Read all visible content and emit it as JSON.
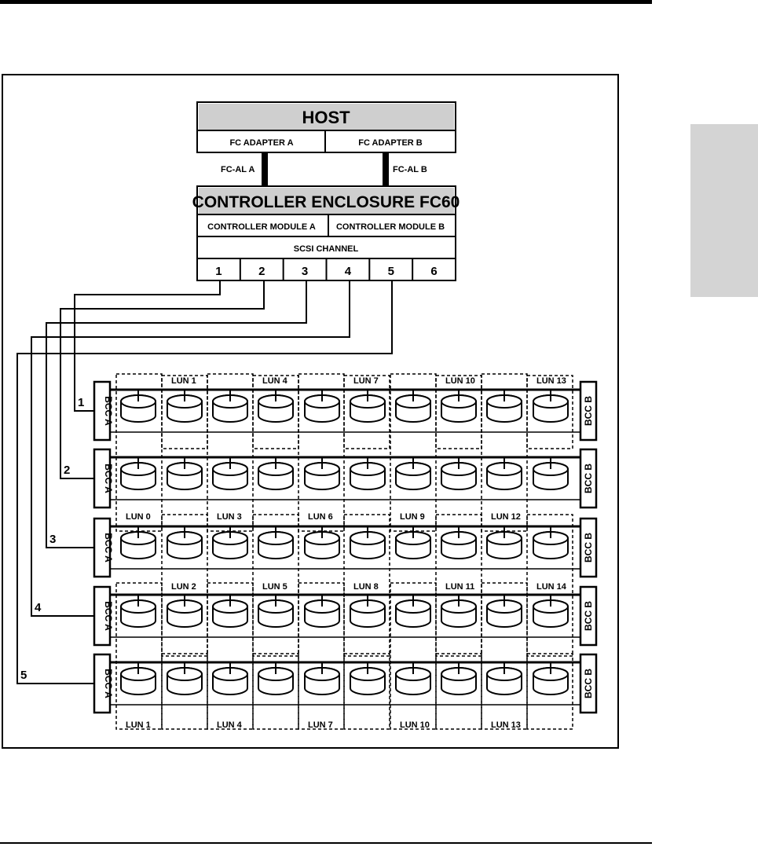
{
  "diagram": {
    "host": {
      "title": "HOST",
      "adapter_a": "FC ADAPTER A",
      "adapter_b": "FC ADAPTER B"
    },
    "loops": {
      "a": "FC-AL A",
      "b": "FC-AL B"
    },
    "controller": {
      "title": "CONTROLLER ENCLOSURE FC60",
      "module_a": "CONTROLLER MODULE A",
      "module_b": "CONTROLLER MODULE B",
      "scsi_label": "SCSI CHANNEL",
      "ports": [
        "1",
        "2",
        "3",
        "4",
        "5",
        "6"
      ]
    },
    "shelves": [
      {
        "channel": "1",
        "bcc_a": "BCC A",
        "bcc_b": "BCC B"
      },
      {
        "channel": "2",
        "bcc_a": "BCC A",
        "bcc_b": "BCC B"
      },
      {
        "channel": "3",
        "bcc_a": "BCC A",
        "bcc_b": "BCC B"
      },
      {
        "channel": "4",
        "bcc_a": "BCC A",
        "bcc_b": "BCC B"
      },
      {
        "channel": "5",
        "bcc_a": "BCC A",
        "bcc_b": "BCC B"
      }
    ],
    "lun_rows": [
      [
        "LUN 1",
        "LUN 4",
        "LUN 7",
        "LUN 10",
        "LUN 13"
      ],
      [
        "LUN 0",
        "LUN 3",
        "LUN 6",
        "LUN 9",
        "LUN 12"
      ],
      [
        "LUN 2",
        "LUN 5",
        "LUN 8",
        "LUN 11",
        "LUN 14"
      ],
      [
        "LUN 1",
        "LUN 4",
        "LUN 7",
        "LUN 10",
        "LUN 13"
      ]
    ]
  }
}
